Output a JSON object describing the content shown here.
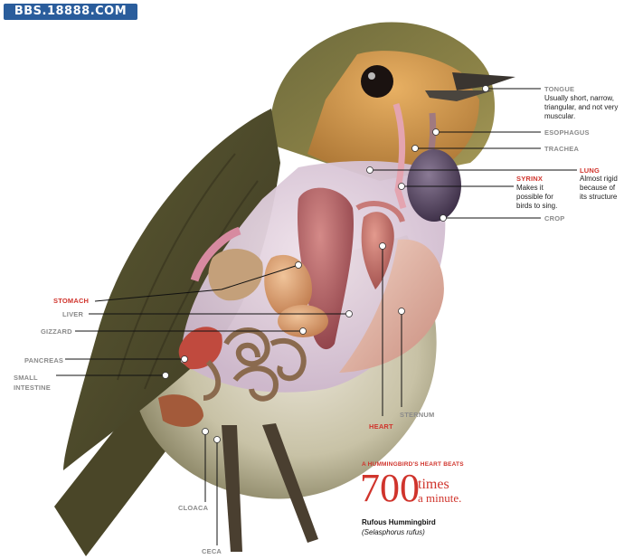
{
  "watermark": "BBS.18888.COM",
  "labels": {
    "tongue": "TONGUE",
    "esophagus": "ESOPHAGUS",
    "trachea": "TRACHEA",
    "lung": "LUNG",
    "syrinx": "SYRINX",
    "crop": "CROP",
    "stomach": "STOMACH",
    "liver": "LIVER",
    "gizzard": "GIZZARD",
    "pancreas": "PANCREAS",
    "small_intestine_1": "SMALL",
    "small_intestine_2": "INTESTINE",
    "sternum": "STERNUM",
    "heart": "HEART",
    "cloaca": "CLOACA",
    "ceca": "CECA"
  },
  "notes": {
    "tongue": [
      "Usually short, narrow,",
      "triangular, and not very",
      "muscular."
    ],
    "lung": [
      "Almost rigid",
      "because of",
      "its structure"
    ],
    "syrinx": [
      "Makes it",
      "possible for",
      "birds to sing."
    ]
  },
  "fact": {
    "heading": "A HUMMINGBIRD'S HEART BEATS",
    "number": "700",
    "unit_line1": "times",
    "unit_line2": "a minute.",
    "bird_name": "Rufous Hummingbird",
    "scientific_name": "(Selasphorus rufus)"
  },
  "colors": {
    "red_label": "#d0342c",
    "gray_label": "#8a8a8a",
    "watermark_bg": "#2a5d9c"
  }
}
